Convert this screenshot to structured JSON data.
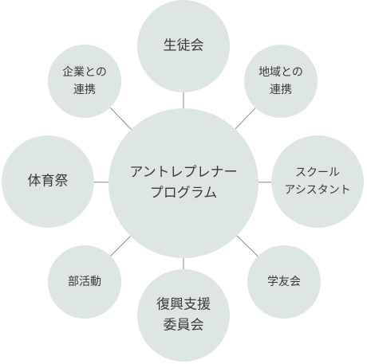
{
  "center": {
    "lines": [
      "アントレプレナー",
      "プログラム"
    ]
  },
  "nodes": [
    {
      "id": "student-council",
      "lines": [
        "生徒会"
      ]
    },
    {
      "id": "regional-partnership",
      "lines": [
        "地域との",
        "連携"
      ]
    },
    {
      "id": "school-assistant",
      "lines": [
        "スクール",
        "アシスタント"
      ]
    },
    {
      "id": "alumni-association",
      "lines": [
        "学友会"
      ]
    },
    {
      "id": "reconstruction-support-committee",
      "lines": [
        "復興支援",
        "委員会"
      ]
    },
    {
      "id": "club-activities",
      "lines": [
        "部活動"
      ]
    },
    {
      "id": "sports-festival",
      "lines": [
        "体育祭"
      ]
    },
    {
      "id": "corporate-partnership",
      "lines": [
        "企業との",
        "連携"
      ]
    }
  ],
  "colors": {
    "circle_fill": "#dde6e4",
    "connector": "#8a8a8a",
    "text": "#3a3a3a"
  }
}
